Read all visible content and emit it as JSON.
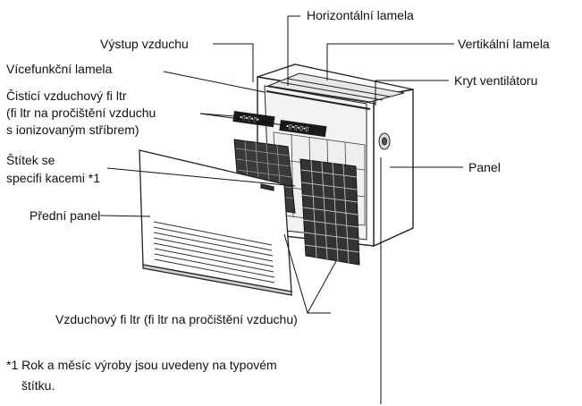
{
  "labels": {
    "horizontal_louver": "Horizontální lamela",
    "air_outlet": "Výstup vzduchu",
    "vertical_louver": "Vertikální lamela",
    "multifunction_louver": "Vícefunkční lamela",
    "fan_cover": "Kryt ventilátoru",
    "cleaning_filter_l1": "Čisticí vzduchový fi ltr",
    "cleaning_filter_l2": "(fi ltr na pročištění vzduchu",
    "cleaning_filter_l3": "s ionizovaným stříbrem)",
    "spec_label_l1": "Štítek se",
    "spec_label_l2": "specifi kacemi *1",
    "panel": "Panel",
    "front_panel": "Přední panel",
    "air_filter": "Vzduchový fi ltr (fi ltr na pročištění vzduchu)"
  },
  "footnote": {
    "line1": "*1 Rok a měsíc výroby jsou uvedeny na typovém",
    "line2": "štítku."
  }
}
